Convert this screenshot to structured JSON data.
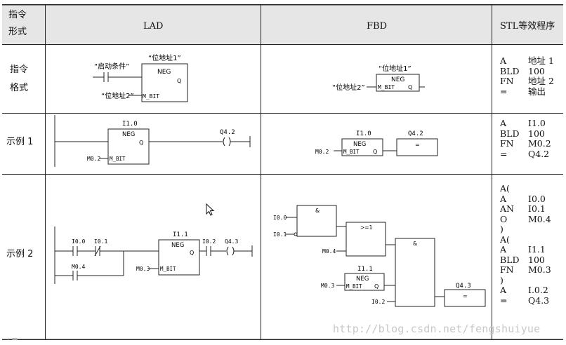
{
  "headers": {
    "col1_line1": "指令",
    "col1_line2": "形式",
    "col2": "LAD",
    "col3": "FBD",
    "col4": "STL等效程序"
  },
  "rows": [
    {
      "label_line1": "指令",
      "label_line2": "格式",
      "lad": {
        "start_cond": "“启动条件”",
        "addr1": "“位地址1”",
        "block": "NEG",
        "out": "Q",
        "addr2": "“位地址2”",
        "mbit": "M_BIT"
      },
      "fbd": {
        "addr1": "“位地址1”",
        "block": "NEG",
        "mbit": "M_BIT",
        "out": "Q",
        "addr2": "“位地址2”"
      },
      "stl": [
        {
          "op": "A",
          "arg": "地址 1"
        },
        {
          "op": "BLD",
          "arg": "100"
        },
        {
          "op": "FN",
          "arg": "地址 2"
        },
        {
          "op": "=",
          "arg": "输出"
        }
      ]
    },
    {
      "label": "示例 1",
      "lad": {
        "addr": "I1.0",
        "block": "NEG",
        "out": "Q",
        "coil": "Q4.2",
        "mem": "M0.2",
        "mbit": "M_BIT"
      },
      "fbd": {
        "addr": "I1.0",
        "block": "NEG",
        "mbit": "M_BIT",
        "out": "Q",
        "mem": "M0.2",
        "assign_addr": "Q4.2",
        "assign": "="
      },
      "stl": [
        {
          "op": "A",
          "arg": "I1.0"
        },
        {
          "op": "BLD",
          "arg": "100"
        },
        {
          "op": "FN",
          "arg": "M0.2"
        },
        {
          "op": "=",
          "arg": "Q4.2"
        }
      ]
    },
    {
      "label": "示例 2",
      "lad": {
        "c1": "I0.0",
        "c2": "I0.1",
        "c3": "M0.4",
        "addr": "I1.1",
        "block": "NEG",
        "out": "Q",
        "mem": "M0.3",
        "mbit": "M_BIT",
        "c4": "I0.2",
        "coil": "Q4.3"
      },
      "fbd": {
        "in1": "I0.0",
        "in2": "I0.1",
        "and1": "&",
        "or1": ">=1",
        "in3": "M0.4",
        "and2": "&",
        "addr": "I1.1",
        "block": "NEG",
        "mbit": "M_BIT",
        "out": "Q",
        "mem": "M0.3",
        "in4": "I0.2",
        "assign_addr": "Q4.3",
        "assign": "="
      },
      "stl": [
        {
          "op": "A(",
          "arg": ""
        },
        {
          "op": "A",
          "arg": "I0.0"
        },
        {
          "op": "AN",
          "arg": "I0.1"
        },
        {
          "op": "O",
          "arg": "M0.4"
        },
        {
          "op": ")",
          "arg": ""
        },
        {
          "op": "A(",
          "arg": ""
        },
        {
          "op": "A",
          "arg": "I1.1"
        },
        {
          "op": "BLD",
          "arg": "100"
        },
        {
          "op": "FN",
          "arg": "M0.3"
        },
        {
          "op": ")",
          "arg": ""
        },
        {
          "op": "A",
          "arg": "I.0.2"
        },
        {
          "op": "=",
          "arg": "Q4.3"
        }
      ]
    }
  ],
  "watermark": "http://blog.csdn.net/fengshuiyue"
}
